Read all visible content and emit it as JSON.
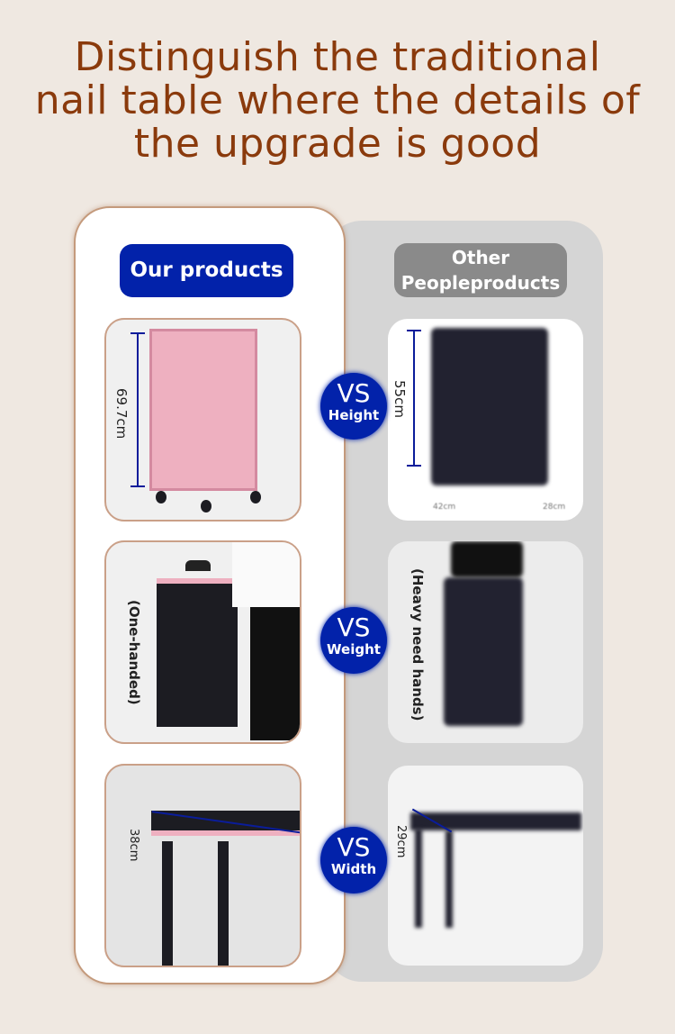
{
  "title": {
    "line1": "Distinguish the traditional",
    "line2": "nail table where the details of",
    "line3": "the upgrade is good"
  },
  "columns": {
    "ours": "Our products",
    "other_line1": "Other",
    "other_line2": "Peopleproducts"
  },
  "rows": [
    {
      "vs": "VS",
      "label": "Height",
      "ours_text": "69.7cm",
      "other_text": "55cm",
      "other_dims": [
        "42cm",
        "28cm"
      ]
    },
    {
      "vs": "VS",
      "label": "Weight",
      "ours_text": "(One-handed)",
      "other_text": "(Heavy need hands)"
    },
    {
      "vs": "VS",
      "label": "Width",
      "ours_text": "38cm",
      "other_text": "29cm"
    }
  ],
  "colors": {
    "title": "#8a3a0c",
    "accent": "#0222aa",
    "gray_badge": "#8a8a8a",
    "pink": "#eeb0c0"
  }
}
